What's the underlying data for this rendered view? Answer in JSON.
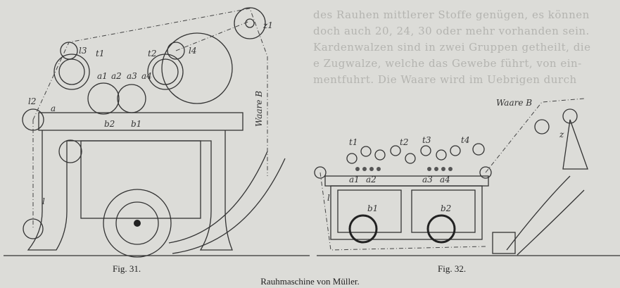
{
  "background_text": [
    "des Rauhen mittlerer Stoffe genügen, es können",
    "doch auch 20, 24, 30 oder mehr vorhanden sein.",
    "Kardenwalzen sind in zwei Gruppen getheilt, die",
    "e Zugwalze, welche das Gewebe führt, von ein-",
    "mentfuhrt. Die Waare wird im Uebrigen durch"
  ],
  "figures": [
    {
      "caption": "Fig. 31.",
      "labels": [
        "l3",
        "t1",
        "t2",
        "l4",
        "z1",
        "a1",
        "a2",
        "a3",
        "a4",
        "l2",
        "a",
        "Waare B",
        "b2",
        "b1",
        "l"
      ]
    },
    {
      "caption": "Fig. 32.",
      "labels": [
        "t1",
        "t2",
        "t3",
        "t4",
        "a1",
        "a2",
        "a3",
        "a4",
        "b1",
        "b2",
        "l",
        "z",
        "Waare B"
      ]
    }
  ],
  "main_caption": "Rauhmaschine von Müller."
}
